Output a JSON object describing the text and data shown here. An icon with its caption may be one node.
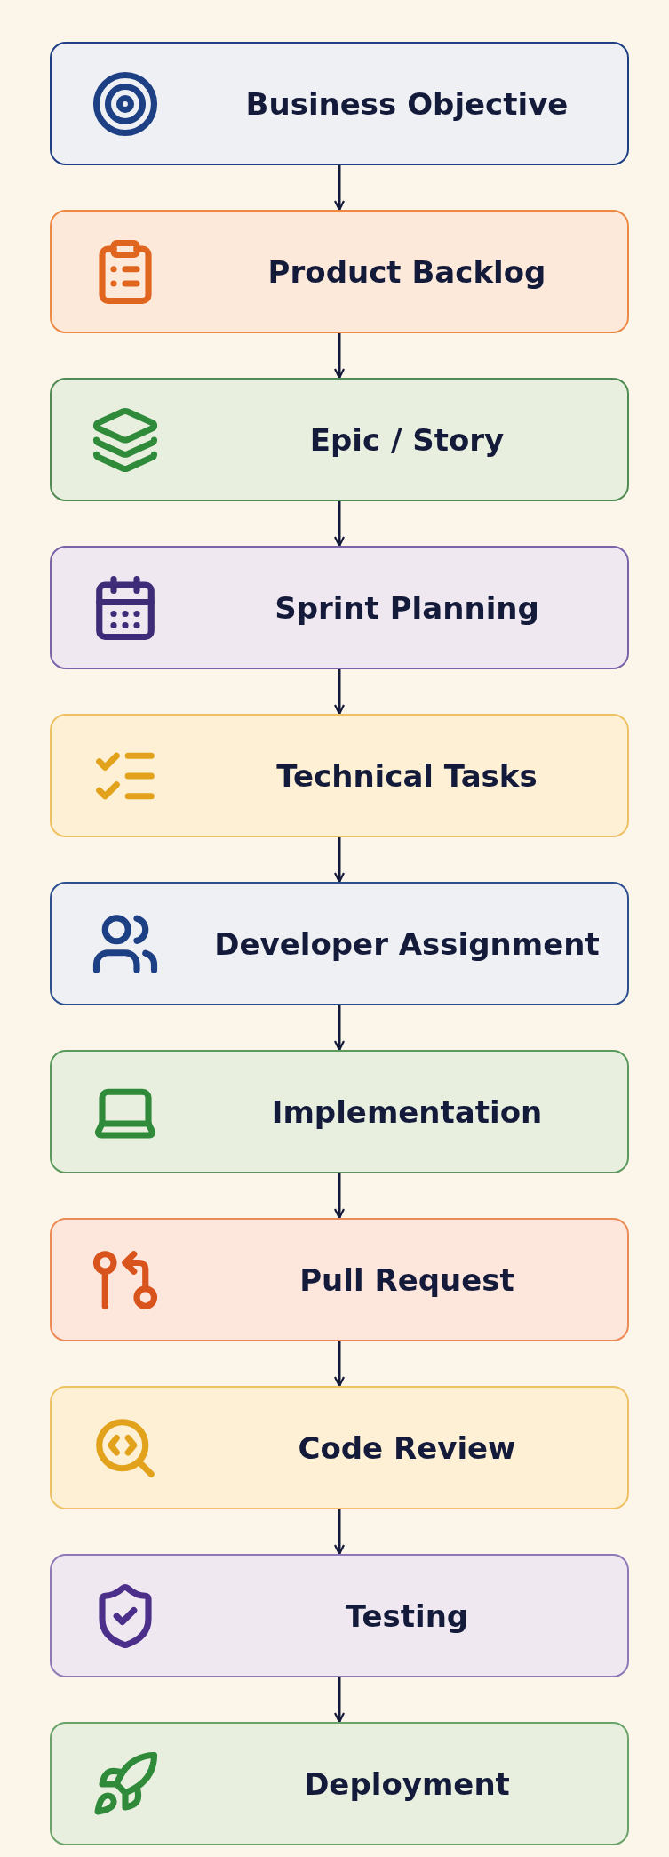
{
  "diagram": {
    "nodes": [
      {
        "text": [
          "Business Objective"
        ]
      },
      {
        "text": [
          "Product Backlog"
        ]
      },
      {
        "text": [
          "Epic / Story"
        ]
      },
      {
        "text": [
          "Sprint Planning"
        ]
      },
      {
        "text": [
          "Technical Tasks"
        ]
      },
      {
        "text": [
          "Developer Assignment"
        ]
      },
      {
        "text": [
          "Implementation"
        ]
      },
      {
        "text": [
          "Pull Request"
        ]
      },
      {
        "text": [
          "Code Review"
        ]
      },
      {
        "text": [
          "Testing"
        ]
      },
      {
        "text": [
          "Deployment"
        ]
      }
    ],
    "edges": [
      {
        "from": 0,
        "to": 1,
        "arrow": "to"
      },
      {
        "from": 1,
        "to": 2,
        "arrow": "to"
      },
      {
        "from": 2,
        "to": 3,
        "arrow": "to"
      },
      {
        "from": 3,
        "to": 4,
        "arrow": "to"
      },
      {
        "from": 4,
        "to": 5,
        "arrow": "to"
      },
      {
        "from": 5,
        "to": 6,
        "arrow": "to"
      },
      {
        "from": 6,
        "to": 7,
        "arrow": "to"
      },
      {
        "from": 7,
        "to": 8,
        "arrow": "to"
      },
      {
        "from": 8,
        "to": 9,
        "arrow": "to"
      },
      {
        "from": 9,
        "to": 10,
        "arrow": "to"
      }
    ]
  }
}
